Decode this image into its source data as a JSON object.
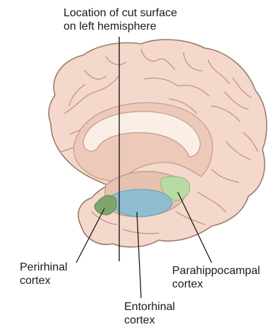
{
  "labels": {
    "location_line1": "Location of cut surface",
    "location_line2": "on left hemisphere",
    "perirhinal_line1": "Perirhinal",
    "perirhinal_line2": "cortex",
    "entorhinal_line1": "Entorhinal",
    "entorhinal_line2": "cortex",
    "parahippocampal_line1": "Parahippocampal",
    "parahippocampal_line2": "cortex"
  },
  "colors": {
    "brain_fill": "#f3d8cb",
    "brain_outline": "#9c7a6a",
    "sulcus_lines": "#c49a88",
    "corpus_callosum": "#fbeee6",
    "inner_region": "#ecc9b8",
    "perirhinal_green": "#7fa66a",
    "entorhinal_blue": "#8fbccf",
    "parahippocampal_green": "#b7dba0",
    "cut_line": "#1a1a1a",
    "label_text": "#1a1a1a"
  }
}
